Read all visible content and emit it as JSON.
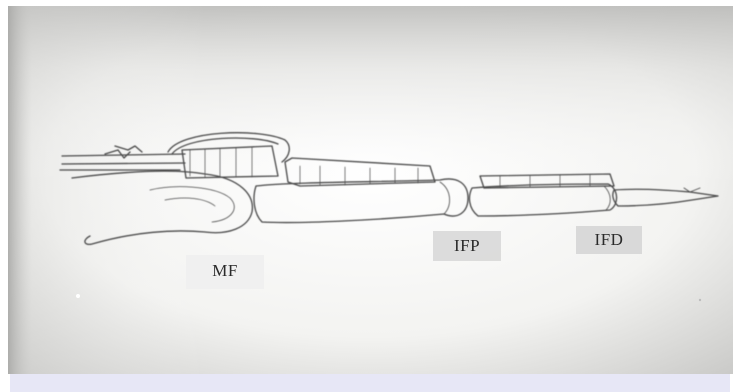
{
  "labels": {
    "mf": "MF",
    "ifp": "IFP",
    "ifd": "IFD"
  },
  "colors": {
    "background": "#f4f4f2",
    "sketch_stroke": "#4a4a4a",
    "bottom_band": "#e7e7f6"
  }
}
